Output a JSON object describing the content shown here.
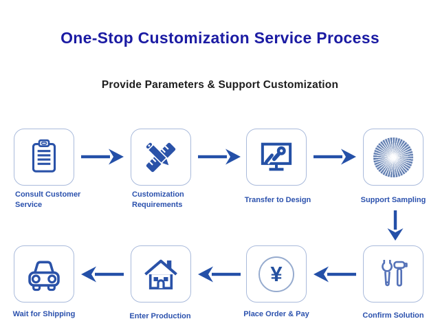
{
  "page": {
    "title": "One-Stop Customization Service Process",
    "subtitle": "Provide Parameters & Support Customization"
  },
  "colors": {
    "title_navy": "#1b1ba3",
    "icon_blue": "#2a52a8",
    "arrow_blue": "#2450a8",
    "label_blue": "#2b51ad",
    "box_border": "#a9badb",
    "tool_outline": "#5572b8"
  },
  "steps": [
    {
      "label": "Consult Customer Service",
      "icon": "clipboard-icon"
    },
    {
      "label": "Customization Requirements",
      "icon": "ruler-pencil-icon"
    },
    {
      "label": "Transfer to Design",
      "icon": "monitor-pen-icon"
    },
    {
      "label": "Support Sampling",
      "icon": "sunburst-icon"
    },
    {
      "label": "Confirm Solution",
      "icon": "wrench-hammer-icon"
    },
    {
      "label": "Place Order & Pay",
      "icon": "yen-coin-icon",
      "symbol": "¥"
    },
    {
      "label": "Enter Production",
      "icon": "house-icon"
    },
    {
      "label": "Wait for Shipping",
      "icon": "car-icon"
    }
  ]
}
